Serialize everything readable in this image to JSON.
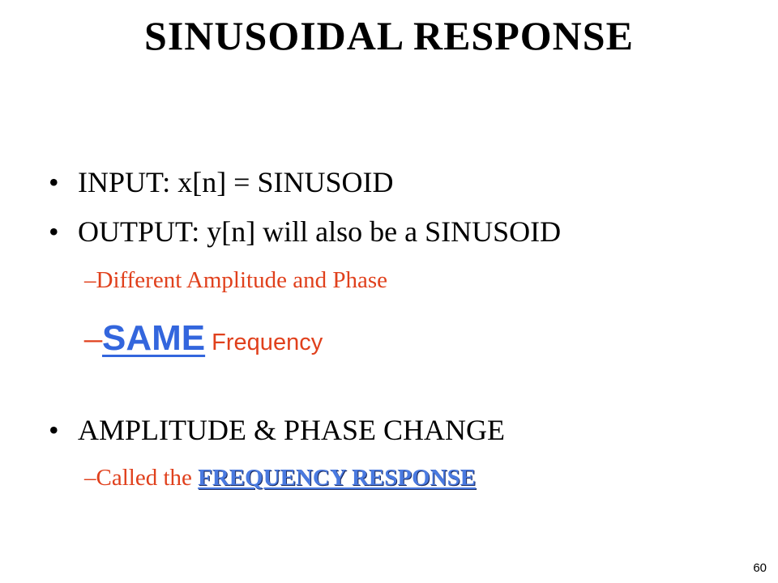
{
  "slide": {
    "title": "SINUSOIDAL RESPONSE",
    "bullet_symbol": "•",
    "dash_symbol": "–",
    "items": {
      "input": "INPUT:  x[n] = SINUSOID",
      "output": "OUTPUT:  y[n]  will also be a SINUSOID",
      "different": "Different  Amplitude  and Phase",
      "same_word": "SAME",
      "same_rest": " Frequency",
      "amp_phase": "AMPLITUDE & PHASE CHANGE",
      "called_prefix": "Called the ",
      "called_emph": "FREQUENCY RESPONSE"
    },
    "page_number": "60"
  },
  "colors": {
    "accent_red": "#e0401c",
    "accent_blue": "#3366dd",
    "text": "#000000",
    "background": "#ffffff"
  }
}
